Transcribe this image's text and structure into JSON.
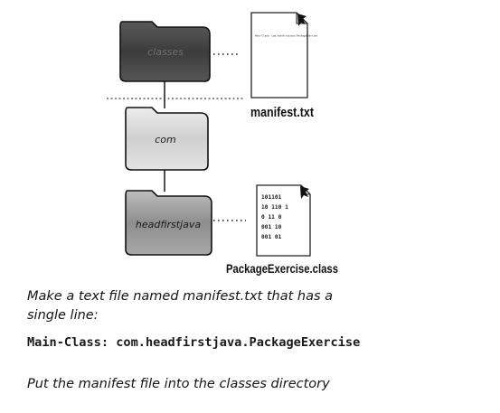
{
  "folders": {
    "classes": "classes",
    "com": "com",
    "headfirstjava": "headfirstjava"
  },
  "files": {
    "manifest": {
      "filename": "manifest.txt",
      "content_line": "Main-Class: com.headfirstjava.PackageExercise"
    },
    "class_file": {
      "filename": "PackageExercise.class",
      "bytes": [
        "101101",
        "10 110 1",
        "0 11 0",
        "001 10",
        "001 01"
      ]
    }
  },
  "instructions": {
    "line1": "Make a text file named manifest.txt that has a",
    "line2": "single line:",
    "code": "Main-Class: com.headfirstjava.PackageExercise",
    "line3": "Put the manifest file into the classes directory"
  }
}
